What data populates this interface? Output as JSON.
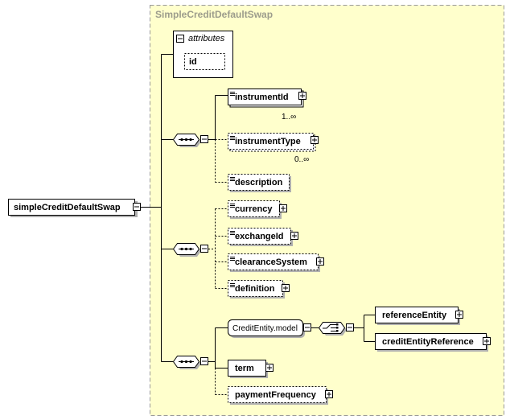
{
  "panel": {
    "title": "SimpleCreditDefaultSwap"
  },
  "attributes": {
    "caption": "attributes",
    "items": [
      "id"
    ]
  },
  "root": {
    "label": "simpleCreditDefaultSwap"
  },
  "group1": {
    "instrumentId": "instrumentId",
    "instrumentId_card": "1..∞",
    "instrumentType": "instrumentType",
    "instrumentType_card": "0..∞",
    "description": "description"
  },
  "group2": {
    "currency": "currency",
    "exchangeId": "exchangeId",
    "clearanceSystem": "clearanceSystem",
    "definition": "definition"
  },
  "group3": {
    "creditEntityModel": "CreditEntity.model",
    "referenceEntity": "referenceEntity",
    "creditEntityReference": "creditEntityReference",
    "term": "term",
    "paymentFrequency": "paymentFrequency"
  },
  "colors": {
    "panel_bg": "#ffffcc",
    "panel_border": "#999999",
    "box_bg": "#ffffff",
    "shadow": "#b0b0b0"
  }
}
